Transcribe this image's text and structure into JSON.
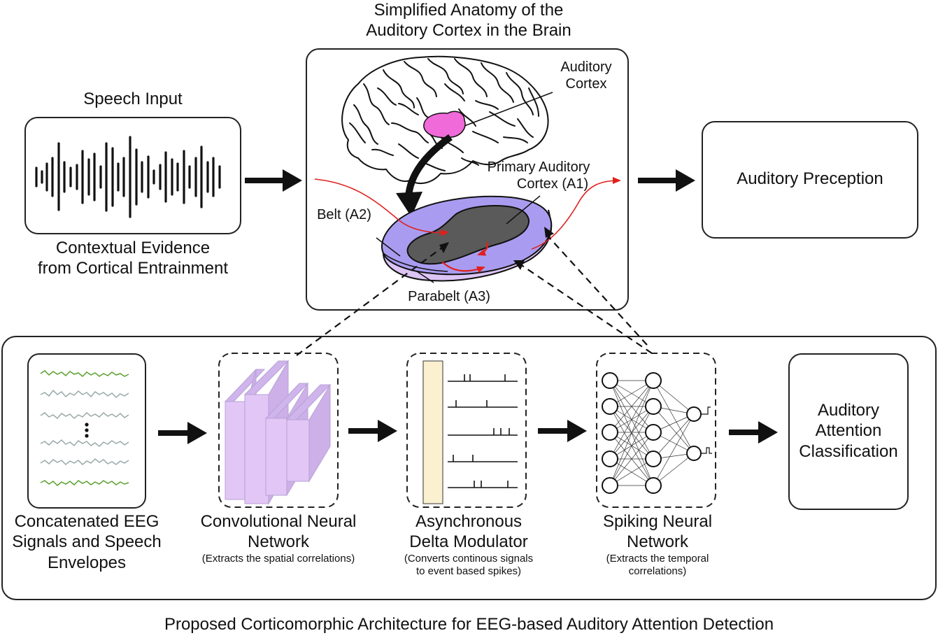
{
  "top": {
    "anatomy_title_line1": "Simplified Anatomy of the",
    "anatomy_title_line2": "Auditory Cortex in the Brain",
    "speech_input": "Speech Input",
    "contextual_line1": "Contextual Evidence",
    "contextual_line2": "from Cortical Entrainment",
    "auditory_perception": "Auditory Preception",
    "auditory_cortex_line1": "Auditory",
    "auditory_cortex_line2": "Cortex",
    "primary_line1": "Primary Auditory",
    "primary_line2": "Cortex (A1)",
    "belt": "Belt (A2)",
    "parabelt": "Parabelt (A3)"
  },
  "bottom": {
    "eeg_line1": "Concatenated EEG",
    "eeg_line2": "Signals and Speech",
    "eeg_line3": "Envelopes",
    "cnn_line1": "Convolutional Neural",
    "cnn_line2": "Network",
    "cnn_note": "(Extracts the spatial correlations)",
    "adm_line1": "Asynchronous",
    "adm_line2": "Delta Modulator",
    "adm_note_line1": "(Converts continous signals",
    "adm_note_line2": "to event based spikes)",
    "snn_line1": "Spiking Neural",
    "snn_line2": "Network",
    "snn_note_line1": "(Extracts the temporal",
    "snn_note_line2": "correlations)",
    "aac_line1": "Auditory",
    "aac_line2": "Attention",
    "aac_line3": "Classification"
  },
  "caption": "Proposed Corticomorphic Architecture for EEG-based Auditory Attention Detection",
  "colors": {
    "cortex_highlight": "#f06ad9",
    "belt": "#a99cf0",
    "parabelt": "#dcc4f5",
    "core": "#5a5a5a",
    "red_arrow": "#e0201c",
    "eeg_green": "#5aa02c",
    "eeg_gray": "#9aa8a8",
    "cnn_layer": "#e2c6f5",
    "adm_bar": "#fbf0cf"
  }
}
